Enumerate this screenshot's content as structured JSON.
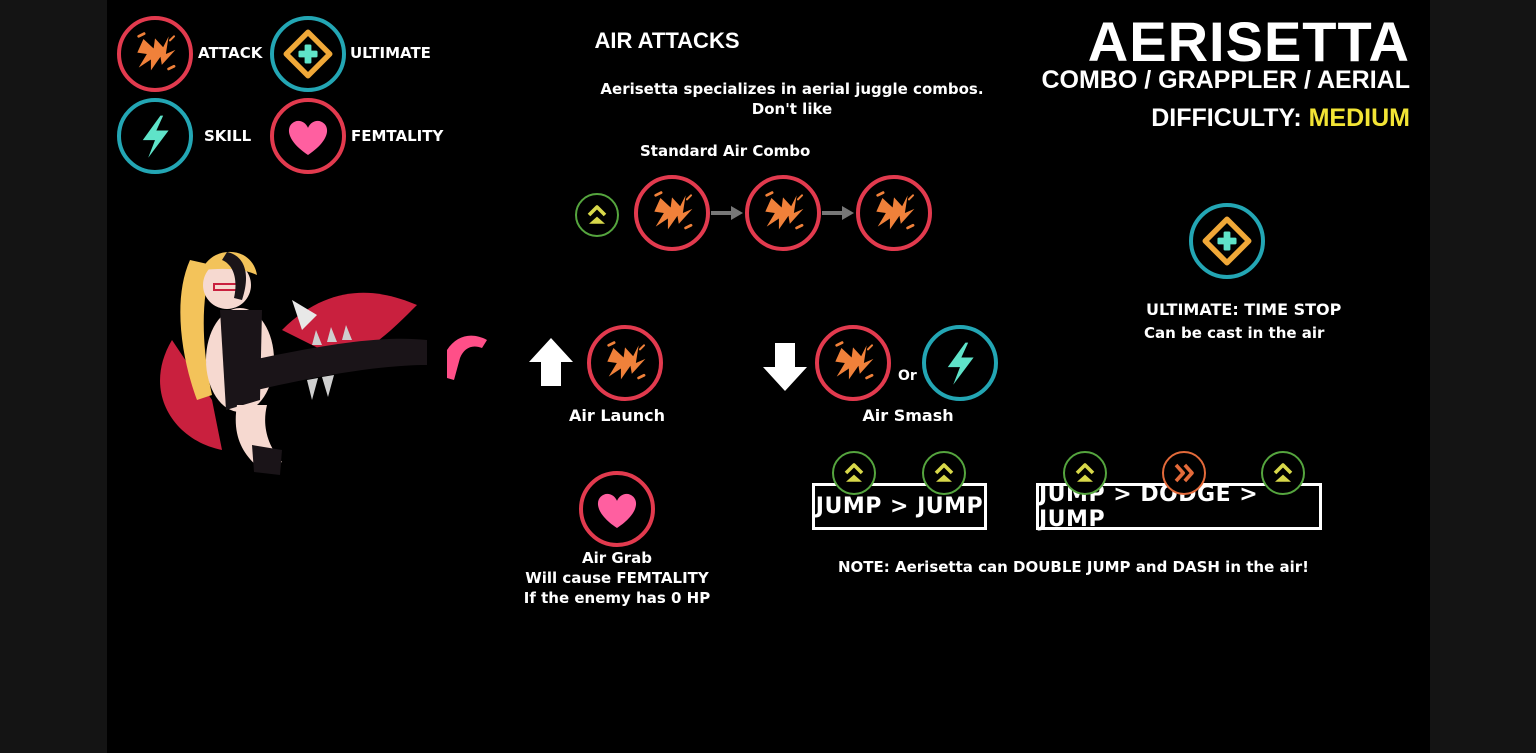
{
  "legend": {
    "attack": "ATTACK",
    "ultimate": "ULTIMATE",
    "skill": "SKILL",
    "femtality": "FEMTALITY"
  },
  "section_title": "AIR ATTACKS",
  "description_line1": "Aerisetta specializes in aerial juggle combos.",
  "description_line2": "Don't like",
  "combo_title": "Standard Air Combo",
  "character": {
    "name": "AERISETTA",
    "roles": "COMBO / GRAPPLER / AERIAL",
    "difficulty_label": "DIFFICULTY:",
    "difficulty_value": "MEDIUM"
  },
  "ultimate_info": {
    "title": "ULTIMATE: TIME STOP",
    "desc": "Can be cast in the air"
  },
  "air_launch": "Air Launch",
  "or_label": "Or",
  "air_smash": "Air Smash",
  "air_grab": {
    "line1": "Air Grab",
    "line2": "Will cause FEMTALITY",
    "line3": "If the enemy has 0 HP"
  },
  "commands": {
    "box1": "JUMP > JUMP",
    "box2": "JUMP > DODGE > JUMP"
  },
  "note": "NOTE: Aerisetta can DOUBLE JUMP and DASH in the air!",
  "colors": {
    "attack_ring": "#e23a4e",
    "attack_bolt": "#f0813a",
    "skill_ring": "#23a6b4",
    "skill_bolt": "#5fe3c9",
    "ultimate_diamond": "#f0a838",
    "femtality_heart": "#ff5fa0",
    "jump_ring": "#55a53e",
    "dodge_ring": "#e46a3a",
    "difficulty": "#f2e435"
  }
}
